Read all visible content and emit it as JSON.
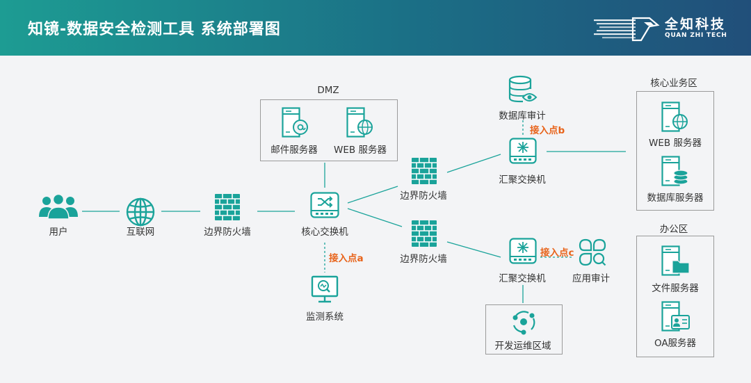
{
  "header": {
    "title": "知镜-数据安全检测工具 系统部署图",
    "logo_cn": "全知科技",
    "logo_en": "QUAN ZHI TECH"
  },
  "colors": {
    "accent": "#1aa39a",
    "access_point": "#e8641b",
    "header_start": "#1d9c93",
    "header_end": "#214f7a"
  },
  "nodes": {
    "user": "用户",
    "internet": "互联网",
    "firewall_main": "边界防火墙",
    "core_switch": "核心交换机",
    "monitor": "监测系统",
    "firewall_upper": "边界防火墙",
    "firewall_lower": "边界防火墙",
    "agg_switch_upper": "汇聚交换机",
    "agg_switch_lower": "汇聚交换机",
    "db_audit": "数据库审计",
    "app_audit": "应用审计",
    "mail_server": "邮件服务器",
    "web_server_dmz": "WEB 服务器",
    "web_server_core": "WEB 服务器",
    "db_server": "数据库服务器",
    "file_server": "文件服务器",
    "oa_server": "OA服务器",
    "dev_ops_area": "开发运维区域"
  },
  "zones": {
    "dmz": "DMZ",
    "core_business": "核心业务区",
    "office": "办公区"
  },
  "access_points": {
    "a": "接入点a",
    "b": "接入点b",
    "c": "接入点c"
  }
}
